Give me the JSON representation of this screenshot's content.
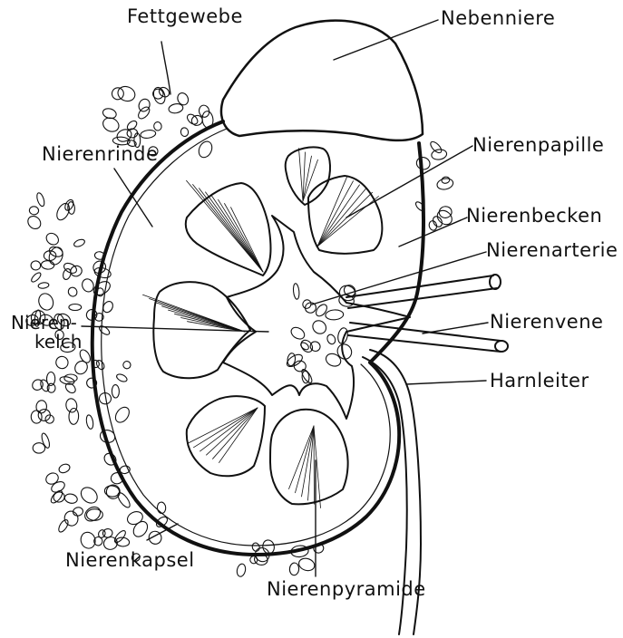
{
  "diagram": {
    "colors": {
      "ink": "#111111",
      "paper": "#ffffff"
    },
    "labels": {
      "fettgewebe": "Fettgewebe",
      "nebenniere": "Nebenniere",
      "nierenrinde": "Nierenrinde",
      "nierenpapille": "Nierenpapille",
      "nierenbecken": "Nierenbecken",
      "nierenarterie": "Nierenarterie",
      "nierenkelch_1": "Nieren-",
      "nierenkelch_2": "kelch",
      "nierenvene": "Nierenvene",
      "harnleiter": "Harnleiter",
      "nierenkapsel": "Nierenkapsel",
      "nierenpyramide": "Nierenpyramide"
    }
  }
}
